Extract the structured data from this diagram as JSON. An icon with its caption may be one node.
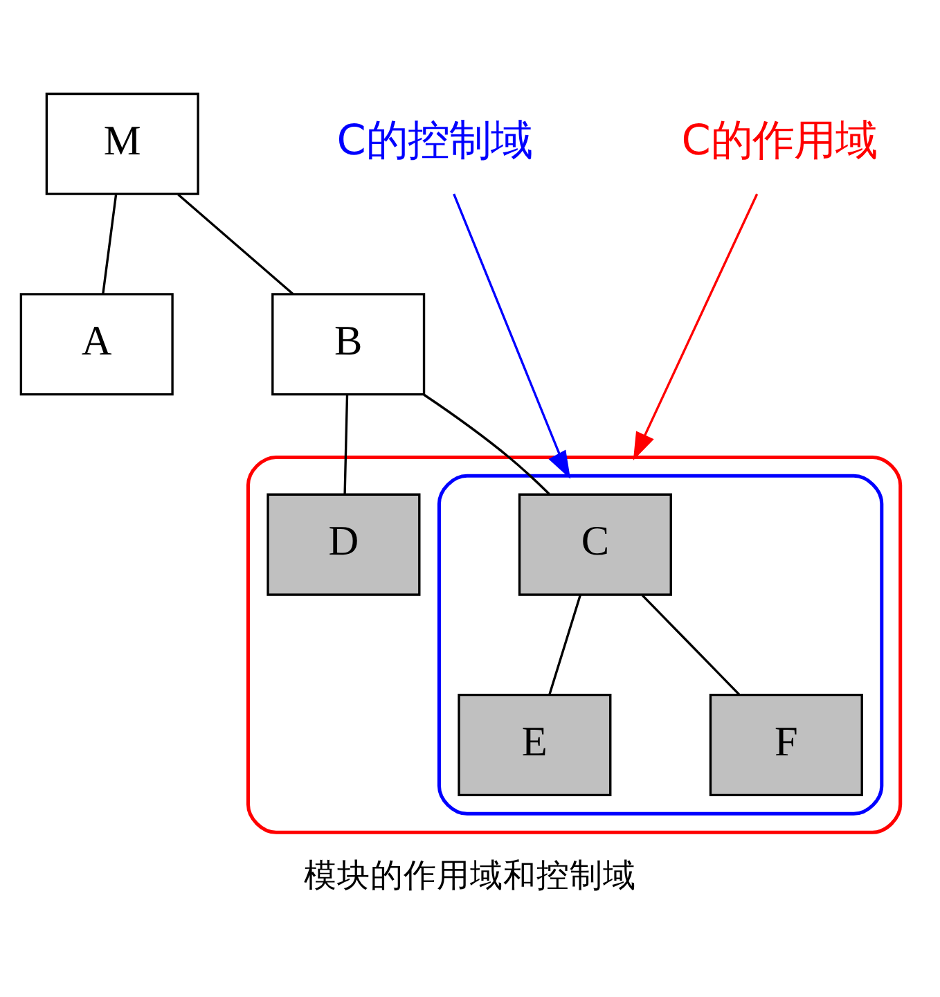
{
  "diagram": {
    "caption": "模块的作用域和控制域",
    "nodes": [
      {
        "text": [
          "M"
        ]
      },
      {
        "text": [
          "A"
        ]
      },
      {
        "text": [
          "B"
        ]
      },
      {
        "text": [],
        "shape": "cloud"
      },
      {
        "text": [],
        "shape": "cloud",
        "in": 3
      },
      {
        "text": [
          "C"
        ],
        "in": 4
      },
      {
        "text": [
          "D"
        ],
        "in": 3
      },
      {
        "text": [
          "E"
        ],
        "in": 4
      },
      {
        "text": [
          "F"
        ],
        "in": 4
      },
      {
        "text": [
          "C的控制域"
        ]
      },
      {
        "text": [
          "C的作用域"
        ]
      }
    ],
    "edges": [
      {
        "from": 0,
        "to": 1,
        "arrow": "none"
      },
      {
        "from": 0,
        "to": 2,
        "arrow": "none"
      },
      {
        "from": 2,
        "to": 5,
        "arrow": "none"
      },
      {
        "from": 2,
        "to": 6,
        "arrow": "none"
      },
      {
        "from": 5,
        "to": 7,
        "arrow": "none"
      },
      {
        "from": 5,
        "to": 8,
        "arrow": "none"
      },
      {
        "from": 9,
        "to": 4,
        "arrow": "to",
        "color": "#0000ff"
      },
      {
        "from": 10,
        "to": 3,
        "arrow": "to",
        "color": "#ff0000"
      }
    ]
  }
}
